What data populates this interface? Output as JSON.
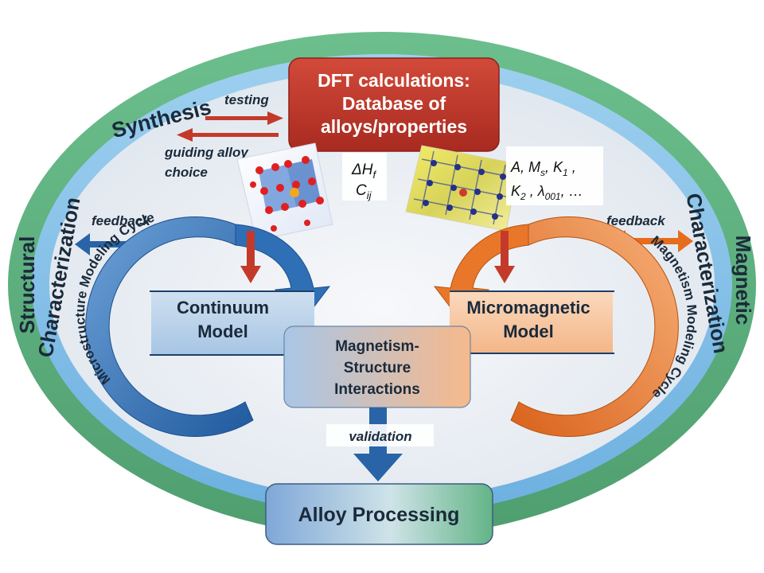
{
  "dft_box": {
    "line1": "DFT calculations:",
    "line2": "Database of",
    "line3": "alloys/properties"
  },
  "left_arrows": {
    "testing": "testing",
    "guiding_line1": "guiding alloy",
    "guiding_line2": "choice"
  },
  "ring_labels": {
    "synthesis": "Synthesis",
    "structural": "Structural",
    "characterization_left": "Characterization",
    "characterization_right": "Characterization",
    "magnetic": "Magnetic"
  },
  "feedback_left": "feedback",
  "feedback_right": "feedback",
  "properties_left": {
    "p1": "ΔH",
    "p1_sub": "f",
    "p2": "C",
    "p2_sub": "ij"
  },
  "properties_right": {
    "row1": [
      {
        "t": "A, M"
      },
      {
        "sub": "s"
      },
      {
        "t": ", K"
      },
      {
        "sub": "1"
      },
      {
        "t": " ,"
      }
    ],
    "row2": [
      {
        "t": "K"
      },
      {
        "sub": "2"
      },
      {
        "t": " , λ"
      },
      {
        "sub": "001"
      },
      {
        "t": ", …"
      }
    ]
  },
  "left_cycle": {
    "label": "Microstructure Modeling Cycle",
    "model_line1": "Continuum",
    "model_line2": "Model"
  },
  "right_cycle": {
    "label": "Magnetism Modeling Cycle",
    "model_line1": "Micromagnetic",
    "model_line2": "Model"
  },
  "center_box": {
    "line1": "Magnetism-",
    "line2": "Structure",
    "line3": "Interactions"
  },
  "validation": "validation",
  "alloy_processing": "Alloy Processing",
  "colors": {
    "outer_ring": "#5fae7e",
    "inner_ring": "#8fc5ea",
    "inner_fill": "#e9eef4",
    "dft_red": "#c4392b",
    "blue_cycle": "#2f6fb5",
    "orange_cycle": "#e9772a",
    "arrow_red": "#c43a2a",
    "arrow_blue": "#2a64a8",
    "arrow_orange": "#e66c1e"
  }
}
